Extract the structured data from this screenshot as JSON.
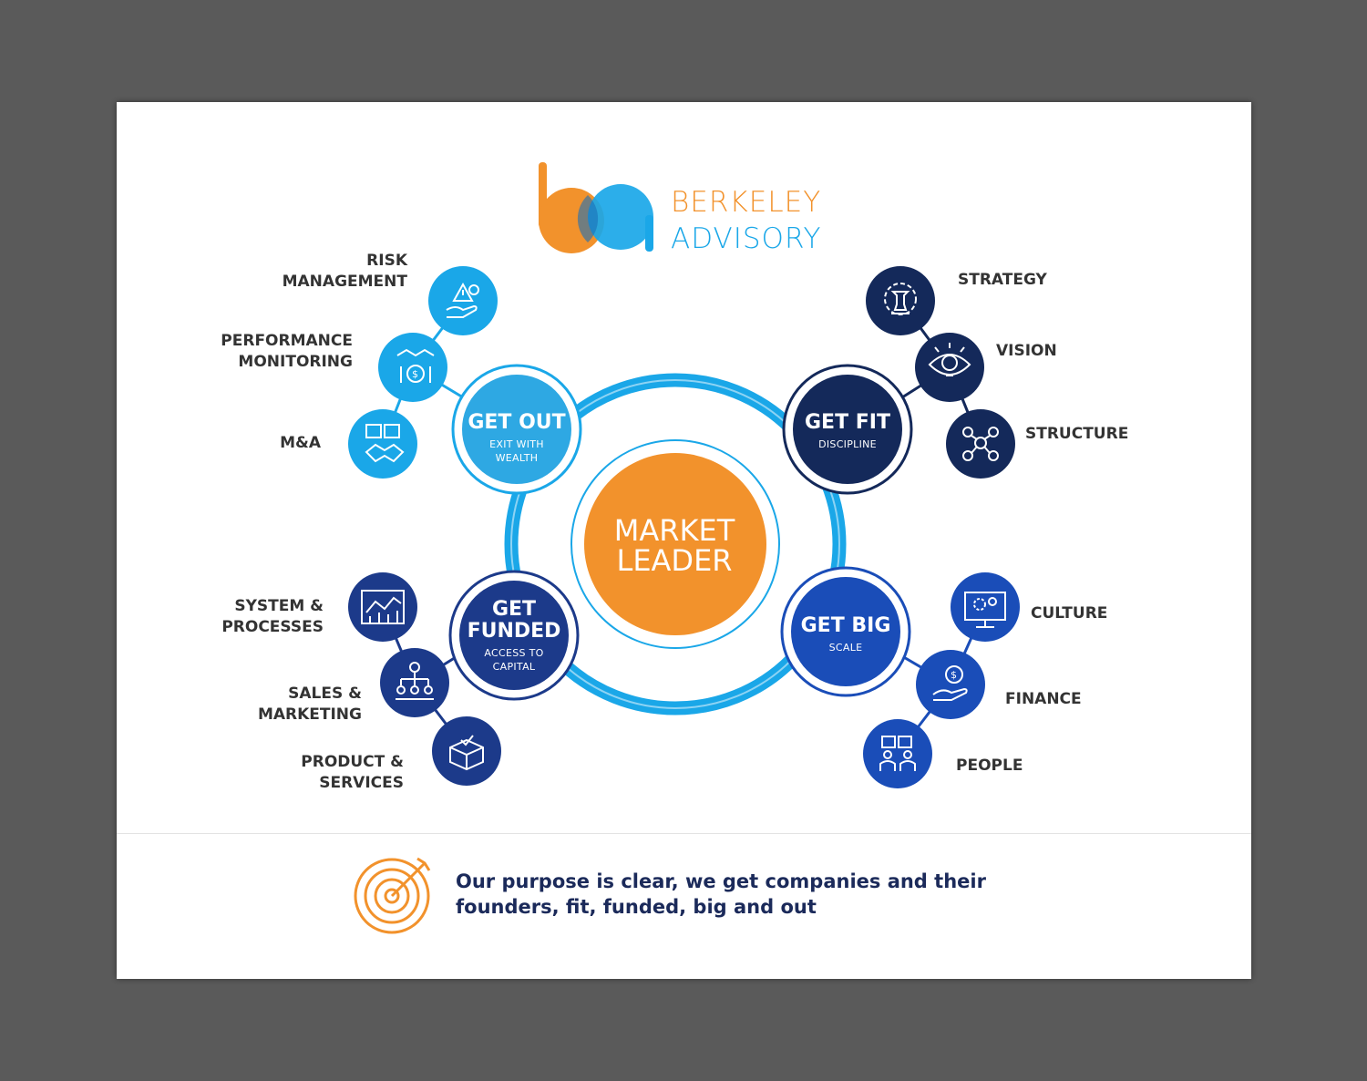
{
  "brand": {
    "line1": "BERKELEY",
    "line2": "ADVISORY"
  },
  "colors": {
    "orange": "#f2922c",
    "light_blue": "#1aa7e8",
    "sky_blue": "#2ea8e3",
    "navy": "#14295a",
    "royal_blue": "#1a4db8",
    "dark_blue": "#1c3a8a"
  },
  "center": {
    "line1": "MARKET",
    "line2": "LEADER"
  },
  "hubs": {
    "get_out": {
      "title": "GET OUT",
      "sub1": "EXIT WITH",
      "sub2": "WEALTH"
    },
    "get_fit": {
      "title": "GET FIT",
      "sub1": "DISCIPLINE"
    },
    "get_funded": {
      "title1": "GET",
      "title2": "FUNDED",
      "sub1": "ACCESS TO",
      "sub2": "CAPITAL"
    },
    "get_big": {
      "title": "GET BIG",
      "sub1": "SCALE"
    }
  },
  "satellites": {
    "risk": {
      "line1": "RISK",
      "line2": "MANAGEMENT",
      "icon": "risk-hand-icon"
    },
    "performance": {
      "line1": "PERFORMANCE",
      "line2": "MONITORING",
      "icon": "handshake-dollar-icon"
    },
    "ma": {
      "line1": "M&A",
      "icon": "puzzle-handshake-icon"
    },
    "strategy": {
      "line1": "STRATEGY",
      "icon": "gear-chess-icon"
    },
    "vision": {
      "line1": "VISION",
      "icon": "eye-bulb-icon"
    },
    "structure": {
      "line1": "STRUCTURE",
      "icon": "network-people-icon"
    },
    "systems": {
      "line1": "SYSTEM &",
      "line2": "PROCESSES",
      "icon": "chart-screen-icon"
    },
    "sales": {
      "line1": "SALES &",
      "line2": "MARKETING",
      "icon": "org-chart-icon"
    },
    "product": {
      "line1": "PRODUCT &",
      "line2": "SERVICES",
      "icon": "box-check-icon"
    },
    "culture": {
      "line1": "CULTURE",
      "icon": "monitor-gears-icon"
    },
    "finance": {
      "line1": "FINANCE",
      "icon": "hand-coin-icon"
    },
    "people": {
      "line1": "PEOPLE",
      "icon": "people-puzzle-icon"
    }
  },
  "footer": {
    "purpose_line1": "Our purpose is clear, we get companies and their",
    "purpose_line2": "founders, fit, funded, big and out",
    "icon": "target-arrow-icon"
  }
}
